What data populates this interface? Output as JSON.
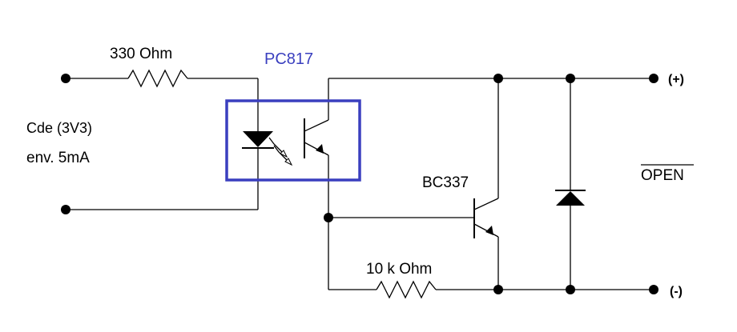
{
  "labels": {
    "resistor_in": "330 Ohm",
    "optocoupler": "PC817",
    "command": "Cde (3V3)",
    "current": "env. 5mA",
    "transistor": "BC337",
    "resistor_base": "10 k Ohm",
    "terminal_plus": "(+)",
    "terminal_minus": "(-)",
    "output_signal": "OPEN"
  },
  "colors": {
    "line": "#000000",
    "optocoupler_box": "#3a3fbf",
    "optocoupler_label": "#3a3fbf"
  }
}
